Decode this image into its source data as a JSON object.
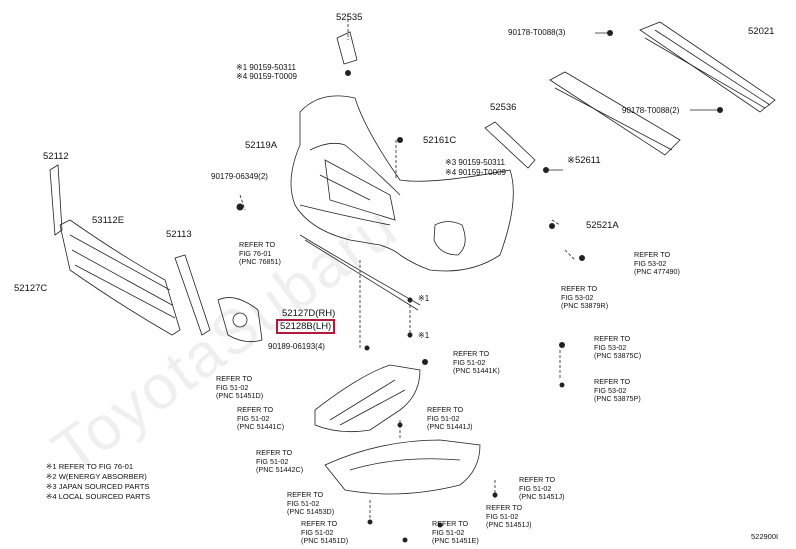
{
  "parts": {
    "p52535": "52535",
    "p52021": "52021",
    "p90178_top": "90178-T0088(3)",
    "p90178_mid": "90178-T0088(2)",
    "p90159_a": "※1 90159-50311",
    "p90159_b": "※4 90159-T0009",
    "p52536": "52536",
    "p90159_c": "※3 90159-50311",
    "p90159_d": "※4 90159-T0009",
    "p52611": "※52611",
    "p52112": "52112",
    "p52119A": "52119A",
    "p52161C": "52161C",
    "p90179": "90179-06349(2)",
    "p53112E": "53112E",
    "p52113": "52113",
    "p52521A": "52521A",
    "p52127C": "52127C",
    "p52127D": "52127D(RH)",
    "p52128B": "52128B(LH)",
    "p90189": "90189-06193(4)",
    "x1_a": "※1",
    "x1_b": "※1"
  },
  "refs": {
    "r76_01": [
      "REFER TO",
      "FIG 76-01",
      "(PNC 76851)"
    ],
    "r53_02a": [
      "REFER TO",
      "FIG 53-02",
      "(PNC 477490)"
    ],
    "r53_02b": [
      "REFER TO",
      "FIG 53-02",
      "(PNC 53879R)"
    ],
    "r53_02c": [
      "REFER TO",
      "FIG 53-02",
      "(PNC 53875C)"
    ],
    "r53_02d": [
      "REFER TO",
      "FIG 53-02",
      "(PNC 53875P)"
    ],
    "r51_02a": [
      "REFER TO",
      "FIG 51-02",
      "(PNC 51441K)"
    ],
    "r51_02b": [
      "REFER TO",
      "FIG 51-02",
      "(PNC 51451D)"
    ],
    "r51_02c": [
      "REFER TO",
      "FIG 51-02",
      "(PNC 51441C)"
    ],
    "r51_02d": [
      "REFER TO",
      "FIG 51-02",
      "(PNC 51441J)"
    ],
    "r51_02e": [
      "REFER TO",
      "FIG 51-02",
      "(PNC 51442C)"
    ],
    "r51_02f": [
      "REFER TO",
      "FIG 51-02",
      "(PNC 51451J)"
    ],
    "r51_02g": [
      "REFER TO",
      "FIG 51-02",
      "(PNC 51453D)"
    ],
    "r51_02h": [
      "REFER TO",
      "FIG 51-02",
      "(PNC 51451D)"
    ],
    "r51_02i": [
      "REFER TO",
      "FIG 51-02",
      "(PNC 51451J)"
    ],
    "r51_02j": [
      "REFER TO",
      "FIG 51-02",
      "(PNC 51451E)"
    ]
  },
  "legend": [
    "※1 REFER TO FIG 76-01",
    "※2 W(ENERGY ABSORBER)",
    "※3 JAPAN SOURCED PARTS",
    "※4 LOCAL SOURCED PARTS"
  ],
  "watermark": "ToyotaSubaru",
  "diagram_id": "522900I",
  "colors": {
    "highlight": "#b11a3a",
    "line": "#222222"
  }
}
